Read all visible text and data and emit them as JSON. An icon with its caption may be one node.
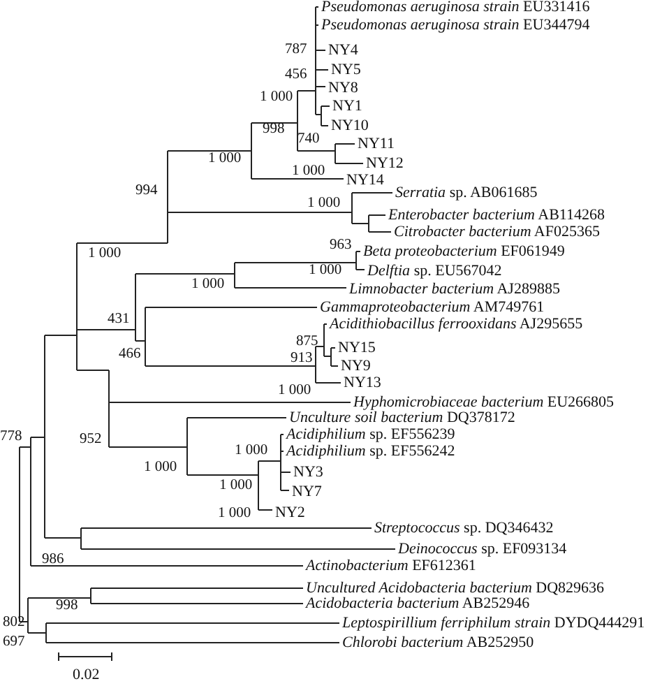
{
  "diagram": {
    "labels": [
      "*Pseudomonas aeruginosa strain* EU331416",
      "*Pseudomonas aeruginosa strain* EU344794",
      "787",
      "NY4",
      "456",
      "NY5",
      "NY8",
      "1 000",
      "NY1",
      "998",
      "NY10",
      "740",
      "NY11",
      "NY12",
      "1 000",
      "1 000",
      "NY14",
      "994",
      "*Serratia* sp. AB061685",
      "1 000",
      "*Enterobacter bacterium* AB114268",
      "*Citrobacter bacterium* AF025365",
      "1 000",
      "963",
      "*Beta proteobacterium* EF061949",
      "1 000",
      "*Delftia* sp. EU567042",
      "1 000",
      "*Limnobacter bacterium* AJ289885",
      "*Gammaproteobacterium* AM749761",
      "431",
      "*Acidithiobacillus ferrooxidans* AJ295655",
      "875",
      "NY15",
      "466",
      "913",
      "NY9",
      "NY13",
      "1 000",
      "*Hyphomicrobiaceae bacterium* EU266805",
      "*Unculture soil bacterium* DQ378172",
      "778",
      "952",
      "*Acidiphilium* sp. EF556239",
      "*Acidiphilium* sp. EF556242",
      "1 000",
      "1 000",
      "NY3",
      "1 000",
      "NY7",
      "1 000",
      "NY2",
      "*Streptococcus* sp. DQ346432",
      "*Deinococcus* sp. EF093134",
      "986",
      "*Actinobacterium* EF612361",
      "*Uncultured Acidobacteria bacterium* DQ829636",
      "998",
      "*Acidobacteria bacterium* AB252946",
      "802",
      "*Leptospirillium ferriphilum strain* DYDQ444291",
      "697",
      "*Chlorobi bacterium* AB252950",
      "0.02"
    ]
  }
}
